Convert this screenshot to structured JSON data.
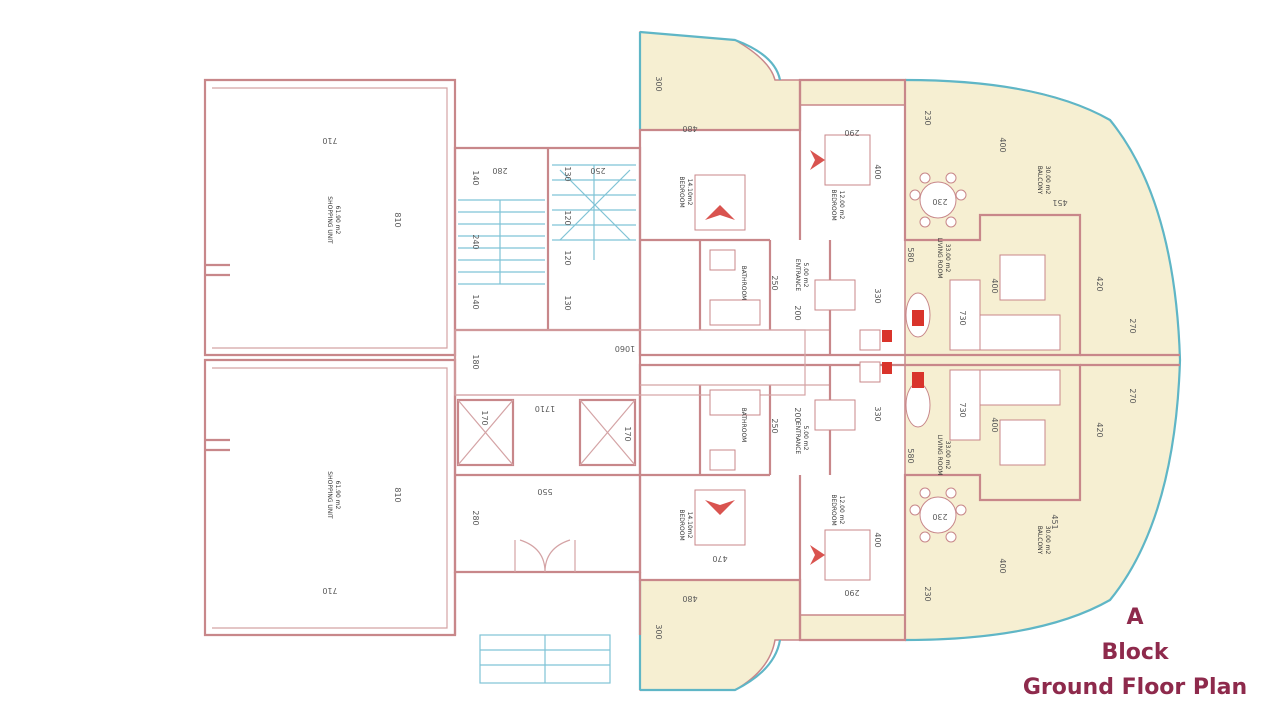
{
  "title": {
    "letter": "A",
    "block": "Block",
    "plan": "Ground Floor Plan"
  },
  "rooms": {
    "shop_top": "SHOPPING UNIT",
    "shop_top_area": "61.90 m2",
    "shop_bottom": "SHOPPING UNIT",
    "shop_bottom_area": "61.90 m2",
    "bedroom_1": "BEDROOM",
    "bedroom_1_area": "14.10m2",
    "bedroom_2": "BEDROOM",
    "bedroom_2_area": "12.00 m2",
    "bedroom_3": "BEDROOM",
    "bedroom_3_area": "14.10m2",
    "bedroom_4": "BEDROOM",
    "bedroom_4_area": "12.00 m2",
    "living_1": "LIVING ROOM",
    "living_1_area": "33.00 m2",
    "living_2": "LIVING ROOM",
    "living_2_area": "33.00 m2",
    "entrance_1": "ENTRANCE",
    "entrance_1_area": "5.00 m2",
    "entrance_2": "ENTRANCE",
    "entrance_2_area": "5.00 m2",
    "balcony_1": "BALCONY",
    "balcony_1_area": "30.00 m2",
    "balcony_2": "BALCONY",
    "balcony_2_area": "30.00 m2",
    "bathroom_1": "BATHROOM",
    "bathroom_2": "BATHROOM"
  },
  "dimensions": {
    "d710_top": "710",
    "d810_top": "810",
    "d710_bot": "710",
    "d810_bot": "810",
    "d140a": "140",
    "d280a": "280",
    "d240": "240",
    "d140b": "140",
    "d130a": "130",
    "d250a": "250",
    "d120a": "120",
    "d120b": "120",
    "d130b": "130",
    "d300_top": "300",
    "d480_top": "480",
    "d290_top": "290",
    "d230_top": "230",
    "d400_top": "400",
    "d451_top": "451",
    "d400_bed_top": "400",
    "d580_top": "580",
    "d330_top": "330",
    "d250_mid_top": "250",
    "d200_top": "200",
    "d400_liv_top": "400",
    "d420_top": "420",
    "d270_top": "270",
    "d730_top": "730",
    "d1060": "1060",
    "d180": "180",
    "d170_left": "170",
    "d1710": "1710",
    "d550": "550",
    "d280_bot": "280",
    "d300_bot": "300",
    "d480_bot": "480",
    "d470_bot": "470",
    "d290_bot": "290",
    "d230_bot": "230",
    "d400_bot": "400",
    "d451_bot": "451",
    "d400_bed_bot": "400",
    "d580_bot": "580",
    "d330_bot": "330",
    "d250_mid_bot": "250",
    "d200_bot": "200",
    "d400_liv_bot": "400",
    "d420_bot": "420",
    "d270_bot": "270",
    "d730_bot": "730",
    "d230_dining_top": "230",
    "d230_dining_bot": "230",
    "d170_mid": "170"
  }
}
